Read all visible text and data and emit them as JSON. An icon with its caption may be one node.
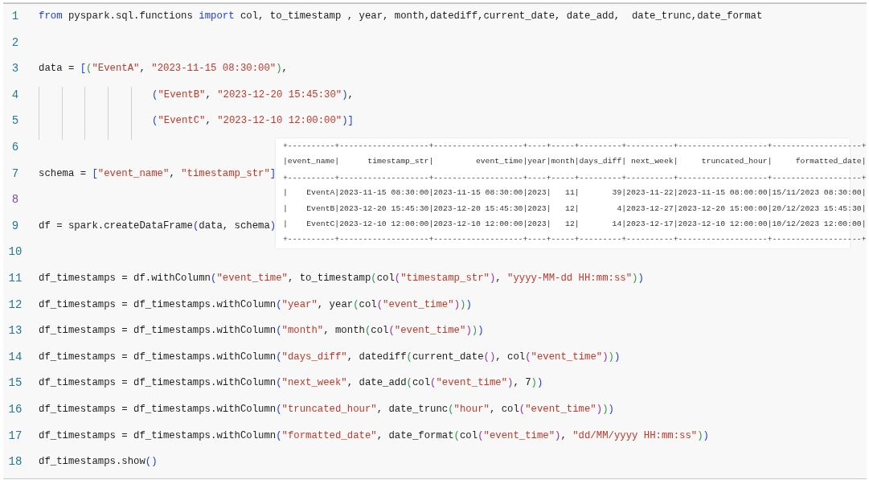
{
  "diagram": {
    "labels": [
      "1",
      "from pyspark.sql.functions import col, to_timestamp , year, month,datediff,current_date, date_add,  date_trunc,date_format",
      "2",
      "3",
      "data = [(\"EventA\", \"2023-11-15 08:30:00\"),",
      "4",
      "(\"EventB\", \"2023-12-20 15:45:30\"),",
      "5",
      "(\"EventC\", \"2023-12-10 12:00:00\")]",
      "6",
      "+----------+-------------------+-------------------+----+-----+---------+----------+-------------------+-------------------+",
      "|event_name|      timestamp_str|         event_time|year|month|days_diff| next_week|     truncated_hour|     formatted_date|",
      "+----------+-------------------+-------------------+----+-----+---------+----------+-------------------+-------------------+",
      "|    EventA|2023-11-15 08:30:00|2023-11-15 08:30:00|2023|   11|       39|2023-11-22|2023-11-15 08:00:00|15/11/2023 08:30:00|",
      "|    EventB|2023-12-20 15:45:30|2023-12-20 15:45:30|2023|   12|        4|2023-12-27|2023-12-20 15:00:00|20/12/2023 15:45:30|",
      "|    EventC|2023-12-10 12:00:00|2023-12-10 12:00:00|2023|   12|       14|2023-12-17|2023-12-10 12:00:00|10/12/2023 12:00:00|",
      "+----------+-------------------+-------------------+----+-----+---------+----------+-------------------+-------------------+",
      "7",
      "schema = [\"event_name\", \"timestamp_str\"]",
      "8",
      "9",
      "df = spark.createDataFrame(data, schema)",
      "10",
      "11",
      "df_timestamps = df.withColumn(\"event_time\", to_timestamp(col(\"timestamp_str\"), \"yyyy-MM-dd HH:mm:ss\"))",
      "12",
      "df_timestamps = df_timestamps.withColumn(\"year\", year(col(\"event_time\")))",
      "13",
      "df_timestamps = df_timestamps.withColumn(\"month\", month(col(\"event_time\")))",
      "14",
      "df_timestamps = df_timestamps.withColumn(\"days_diff\", datediff(current_date(), col(\"event_time\")))",
      "15",
      "df_timestamps = df_timestamps.withColumn(\"next_week\", date_add(col(\"event_time\"), 7))",
      "16",
      "df_timestamps = df_timestamps.withColumn(\"truncated_hour\", date_trunc(\"hour\", col(\"event_time\")))",
      "17",
      "df_timestamps = df_timestamps.withColumn(\"formatted_date\", date_format(col(\"event_time\"), \"dd/MM/yyyy HH:mm:ss\"))",
      "18",
      "df_timestamps.show()"
    ]
  }
}
